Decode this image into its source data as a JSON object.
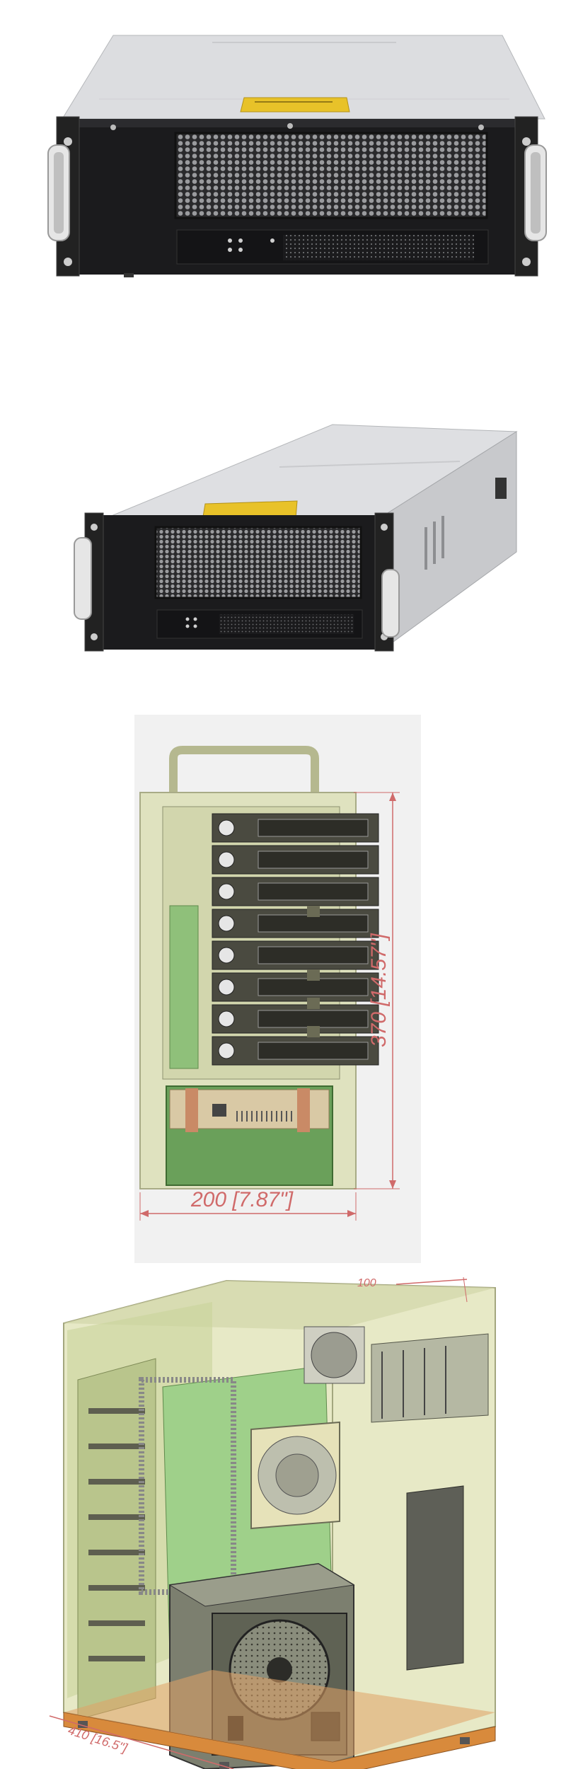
{
  "figures": [
    {
      "name": "chassis-front-view"
    },
    {
      "name": "chassis-angle-view"
    },
    {
      "name": "cad-front-drawing"
    },
    {
      "name": "cad-internal-3d-view"
    }
  ],
  "cad_front": {
    "width_label": "200 [7.87\"]",
    "height_label": "370 [14.57\"]"
  },
  "cad_3d": {
    "top_dim_label": "100",
    "bottom_dim_label": "410 [16.5\"]"
  },
  "colors": {
    "chassis_silver": "#d9dadc",
    "chassis_black": "#1b1b1d",
    "warning_label": "#e8c229",
    "handle": "#e6e6e6",
    "cad_beige": "#dfe2bf",
    "cad_green": "#8fc07a",
    "cad_dim_red": "#d06a6a",
    "cad_base_orange": "#d88a3c"
  }
}
